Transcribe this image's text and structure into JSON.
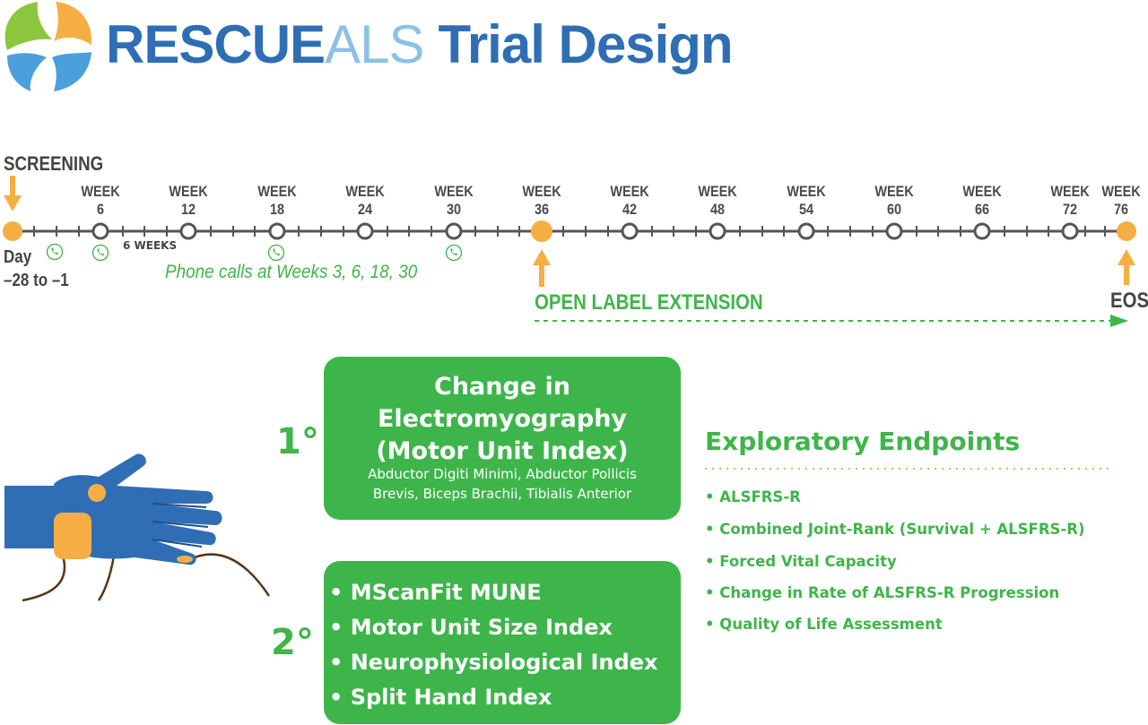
{
  "header": {
    "title_rescue": "RESCUE",
    "title_als": "ALS",
    "title_trial": "Trial Design"
  },
  "timeline": {
    "screening_label": "SCREENING",
    "day_label": "Day",
    "day_range": "–28 to –1",
    "weeks": [
      {
        "line1": "WEEK",
        "line2": "6"
      },
      {
        "line1": "WEEK",
        "line2": "12"
      },
      {
        "line1": "WEEK",
        "line2": "18"
      },
      {
        "line1": "WEEK",
        "line2": "24"
      },
      {
        "line1": "WEEK",
        "line2": "30"
      },
      {
        "line1": "WEEK",
        "line2": "36"
      },
      {
        "line1": "WEEK",
        "line2": "42"
      },
      {
        "line1": "WEEK",
        "line2": "48"
      },
      {
        "line1": "WEEK",
        "line2": "54"
      },
      {
        "line1": "WEEK",
        "line2": "60"
      },
      {
        "line1": "WEEK",
        "line2": "66"
      },
      {
        "line1": "WEEK",
        "line2": "72"
      },
      {
        "line1": "WEEK",
        "line2": "76"
      }
    ],
    "interval_label": "6 WEEKS",
    "phone_calls_note": "Phone calls at Weeks 3, 6, 18, 30",
    "ole_label": "OPEN LABEL EXTENSION",
    "eos_label": "EOS"
  },
  "primary": {
    "marker": "1°",
    "title_line1": "Change in",
    "title_line2": "Electromyography",
    "title_line3": "(Motor Unit Index)",
    "detail_line1": "Abductor Digiti Minimi, Abductor Pollicis",
    "detail_line2": "Brevis, Biceps Brachii, Tibialis Anterior"
  },
  "secondary": {
    "marker": "2°",
    "items": [
      "• MScanFit MUNE",
      "• Motor Unit Size Index",
      "• Neurophysiological Index",
      "• Split Hand Index"
    ]
  },
  "exploratory": {
    "title": "Exploratory Endpoints",
    "items": [
      "• ALSFRS-R",
      "• Combined Joint-Rank (Survival + ALSFRS-R)",
      "• Forced Vital Capacity",
      "• Change in Rate of ALSFRS-R Progression",
      "• Quality of Life Assessment"
    ]
  },
  "colors": {
    "orange": "#f6ae43",
    "green": "#3db54a",
    "blue": "#2f6eb5",
    "light_blue": "#8cc1e6",
    "timeline_gray": "#555555"
  },
  "icons": {
    "logo": "star-cross-logo-icon",
    "phone": "phone-call-icon",
    "hand": "hand-electrode-icon"
  }
}
